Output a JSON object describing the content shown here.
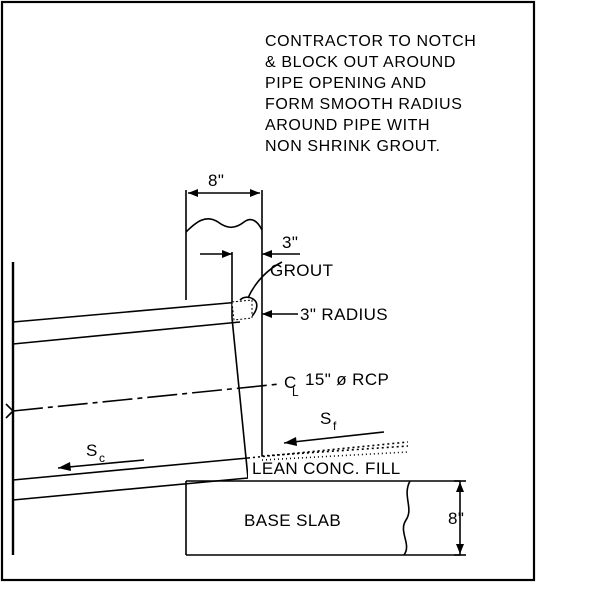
{
  "note": {
    "lines": [
      "CONTRACTOR TO NOTCH",
      "& BLOCK OUT AROUND",
      "PIPE OPENING AND",
      "FORM SMOOTH RADIUS",
      "AROUND PIPE WITH",
      "NON SHRINK GROUT."
    ]
  },
  "dimensions": {
    "wall_width": "8\"",
    "grout_width": "3\"",
    "slab_thickness": "8\""
  },
  "labels": {
    "grout": "GROUT",
    "radius": "3\" RADIUS",
    "centerline_symbol": "C",
    "centerline_symbol_sub": "L",
    "pipe": "15\" ø RCP",
    "sf_main": "S",
    "sf_sub": "f",
    "sc_main": "S",
    "sc_sub": "c",
    "lean_fill": "LEAN CONC. FILL",
    "base_slab": "BASE SLAB"
  }
}
